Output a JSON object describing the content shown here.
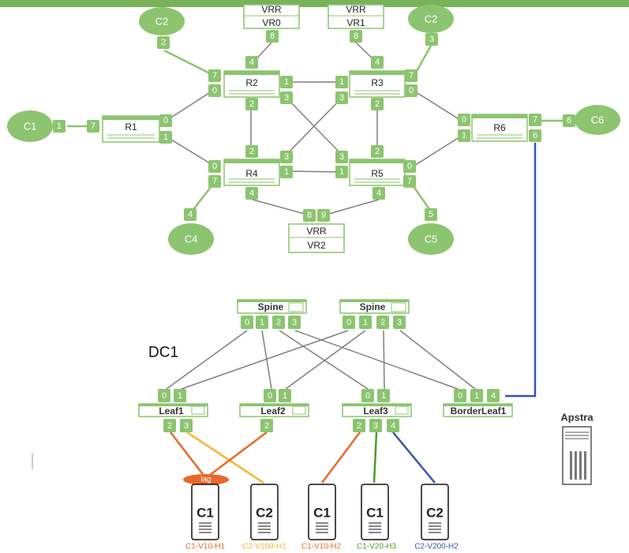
{
  "colors": {
    "green": "#8cc46f",
    "green_dark": "#6aa84f",
    "link_gray": "#7f7f7f",
    "blue": "#3355aa",
    "orange": "#e8692a",
    "yellow": "#f5b52e",
    "dark_green": "#4e9a2e"
  },
  "top_bar_icon": "top-bus-bar",
  "wan": {
    "routers": [
      {
        "id": "R1",
        "label": "R1"
      },
      {
        "id": "R2",
        "label": "R2"
      },
      {
        "id": "R3",
        "label": "R3"
      },
      {
        "id": "R4",
        "label": "R4"
      },
      {
        "id": "R5",
        "label": "R5"
      },
      {
        "id": "R6",
        "label": "R6"
      }
    ],
    "vrr": [
      {
        "id": "VR0",
        "top": "VRR",
        "bottom": "VR0"
      },
      {
        "id": "VR1",
        "top": "VRR",
        "bottom": "VR1"
      },
      {
        "id": "VR2",
        "top": "VRR",
        "bottom": "VR2"
      }
    ],
    "clients": [
      {
        "id": "C2a",
        "label": "C2"
      },
      {
        "id": "C2b",
        "label": "C2"
      },
      {
        "id": "C1",
        "label": "C1"
      },
      {
        "id": "C6",
        "label": "C6"
      },
      {
        "id": "C4",
        "label": "C4"
      },
      {
        "id": "C5",
        "label": "C5"
      }
    ],
    "ports": [
      {
        "id": "vr0-8",
        "label": "8"
      },
      {
        "id": "vr1-8",
        "label": "8"
      },
      {
        "id": "c2a-2",
        "label": "2"
      },
      {
        "id": "c2b-3",
        "label": "3"
      },
      {
        "id": "r2-4",
        "label": "4"
      },
      {
        "id": "r3-4",
        "label": "4"
      },
      {
        "id": "r2-7",
        "label": "7"
      },
      {
        "id": "r2-0",
        "label": "0"
      },
      {
        "id": "r2-1",
        "label": "1"
      },
      {
        "id": "r2-3",
        "label": "3"
      },
      {
        "id": "r2-2",
        "label": "2"
      },
      {
        "id": "r3-1",
        "label": "1"
      },
      {
        "id": "r3-3",
        "label": "3"
      },
      {
        "id": "r3-7",
        "label": "7"
      },
      {
        "id": "r3-0",
        "label": "0"
      },
      {
        "id": "r3-2",
        "label": "2"
      },
      {
        "id": "c1-1",
        "label": "1"
      },
      {
        "id": "r1-7",
        "label": "7"
      },
      {
        "id": "r1-0",
        "label": "0"
      },
      {
        "id": "r1-1",
        "label": "1"
      },
      {
        "id": "r6-0",
        "label": "0"
      },
      {
        "id": "r6-1",
        "label": "1"
      },
      {
        "id": "r6-7",
        "label": "7"
      },
      {
        "id": "r6-6",
        "label": "6"
      },
      {
        "id": "c6-6",
        "label": "6"
      },
      {
        "id": "r4-2",
        "label": "2"
      },
      {
        "id": "r4-3",
        "label": "3"
      },
      {
        "id": "r4-0",
        "label": "0"
      },
      {
        "id": "r4-7",
        "label": "7"
      },
      {
        "id": "r4-1",
        "label": "1"
      },
      {
        "id": "r4-4",
        "label": "4"
      },
      {
        "id": "r5-3",
        "label": "3"
      },
      {
        "id": "r5-2",
        "label": "2"
      },
      {
        "id": "r5-1",
        "label": "1"
      },
      {
        "id": "r5-0",
        "label": "0"
      },
      {
        "id": "r5-7",
        "label": "7"
      },
      {
        "id": "r5-4",
        "label": "4"
      },
      {
        "id": "c4-4",
        "label": "4"
      },
      {
        "id": "c5-5",
        "label": "5"
      },
      {
        "id": "vr2-8",
        "label": "8"
      },
      {
        "id": "vr2-9",
        "label": "9"
      }
    ]
  },
  "dc": {
    "title": "DC1",
    "spines": [
      {
        "id": "spine1",
        "label": "Spine",
        "ports": [
          "0",
          "1",
          "2",
          "3"
        ]
      },
      {
        "id": "spine2",
        "label": "Spine",
        "ports": [
          "0",
          "1",
          "2",
          "3"
        ]
      }
    ],
    "leaves": [
      {
        "id": "leaf1",
        "label": "Leaf1",
        "up_ports": [
          "0",
          "1"
        ],
        "down_ports": [
          "2",
          "3"
        ]
      },
      {
        "id": "leaf2",
        "label": "Leaf2",
        "up_ports": [
          "0",
          "1"
        ],
        "down_ports": [
          "2"
        ]
      },
      {
        "id": "leaf3",
        "label": "Leaf3",
        "up_ports": [
          "0",
          "1"
        ],
        "down_ports": [
          "2",
          "3",
          "4"
        ]
      },
      {
        "id": "borderleaf1",
        "label": "BorderLeaf1",
        "up_ports": [
          "0",
          "1",
          "4"
        ],
        "down_ports": []
      }
    ],
    "lag_label": "lag",
    "hosts": [
      {
        "id": "h1",
        "label": "C1",
        "caption": "C1-V10-H1",
        "color": "#e8692a"
      },
      {
        "id": "h2",
        "label": "C2",
        "caption": "C2-V100-H1",
        "color": "#f5b52e"
      },
      {
        "id": "h3",
        "label": "C1",
        "caption": "C1-V10-H2",
        "color": "#e8692a"
      },
      {
        "id": "h4",
        "label": "C1",
        "caption": "C1-V20-H3",
        "color": "#4e9a2e"
      },
      {
        "id": "h5",
        "label": "C2",
        "caption": "C2-V200-H2",
        "color": "#3355aa"
      }
    ],
    "apstra_label": "Apstra"
  }
}
